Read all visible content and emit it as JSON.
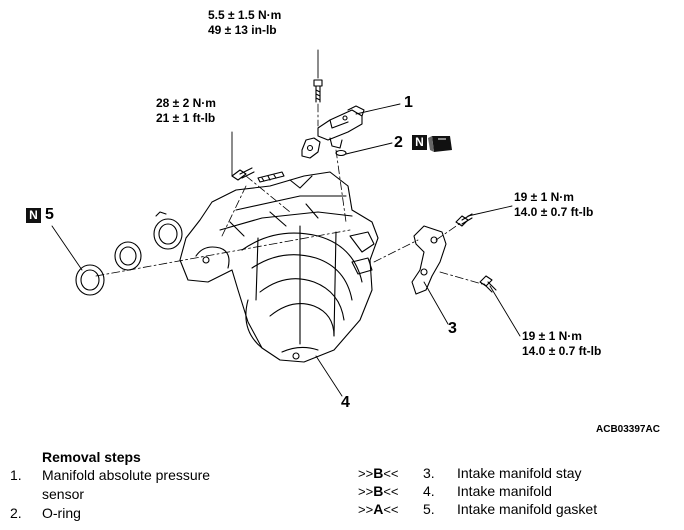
{
  "torque": {
    "t1": [
      "5.5 ± 1.5 N·m",
      "49 ± 13 in-lb"
    ],
    "t2": [
      "28 ± 2 N·m",
      "21 ± 1 ft-lb"
    ],
    "t3": [
      "19 ± 1 N·m",
      "14.0 ± 0.7 ft-lb"
    ],
    "t4": [
      "19 ± 1 N·m",
      "14.0 ± 0.7 ft-lb"
    ]
  },
  "callouts": [
    "1",
    "2",
    "3",
    "4",
    "5"
  ],
  "new_part_mark": "N",
  "figure_code": "ACB03397AC",
  "removal": {
    "title": "Removal steps",
    "left": [
      {
        "num": "1.",
        "text_line1": "Manifold absolute pressure",
        "text_line2": "sensor"
      },
      {
        "num": "2.",
        "text_line1": "O-ring"
      }
    ],
    "right": [
      {
        "ref_open": ">>",
        "ref_letter": "B",
        "ref_close": "<<",
        "num": "3.",
        "text": "Intake manifold stay"
      },
      {
        "ref_open": ">>",
        "ref_letter": "B",
        "ref_close": "<<",
        "num": "4.",
        "text": "Intake manifold"
      },
      {
        "ref_open": ">>",
        "ref_letter": "A",
        "ref_close": "<<",
        "num": "5.",
        "text": "Intake manifold gasket"
      }
    ]
  }
}
